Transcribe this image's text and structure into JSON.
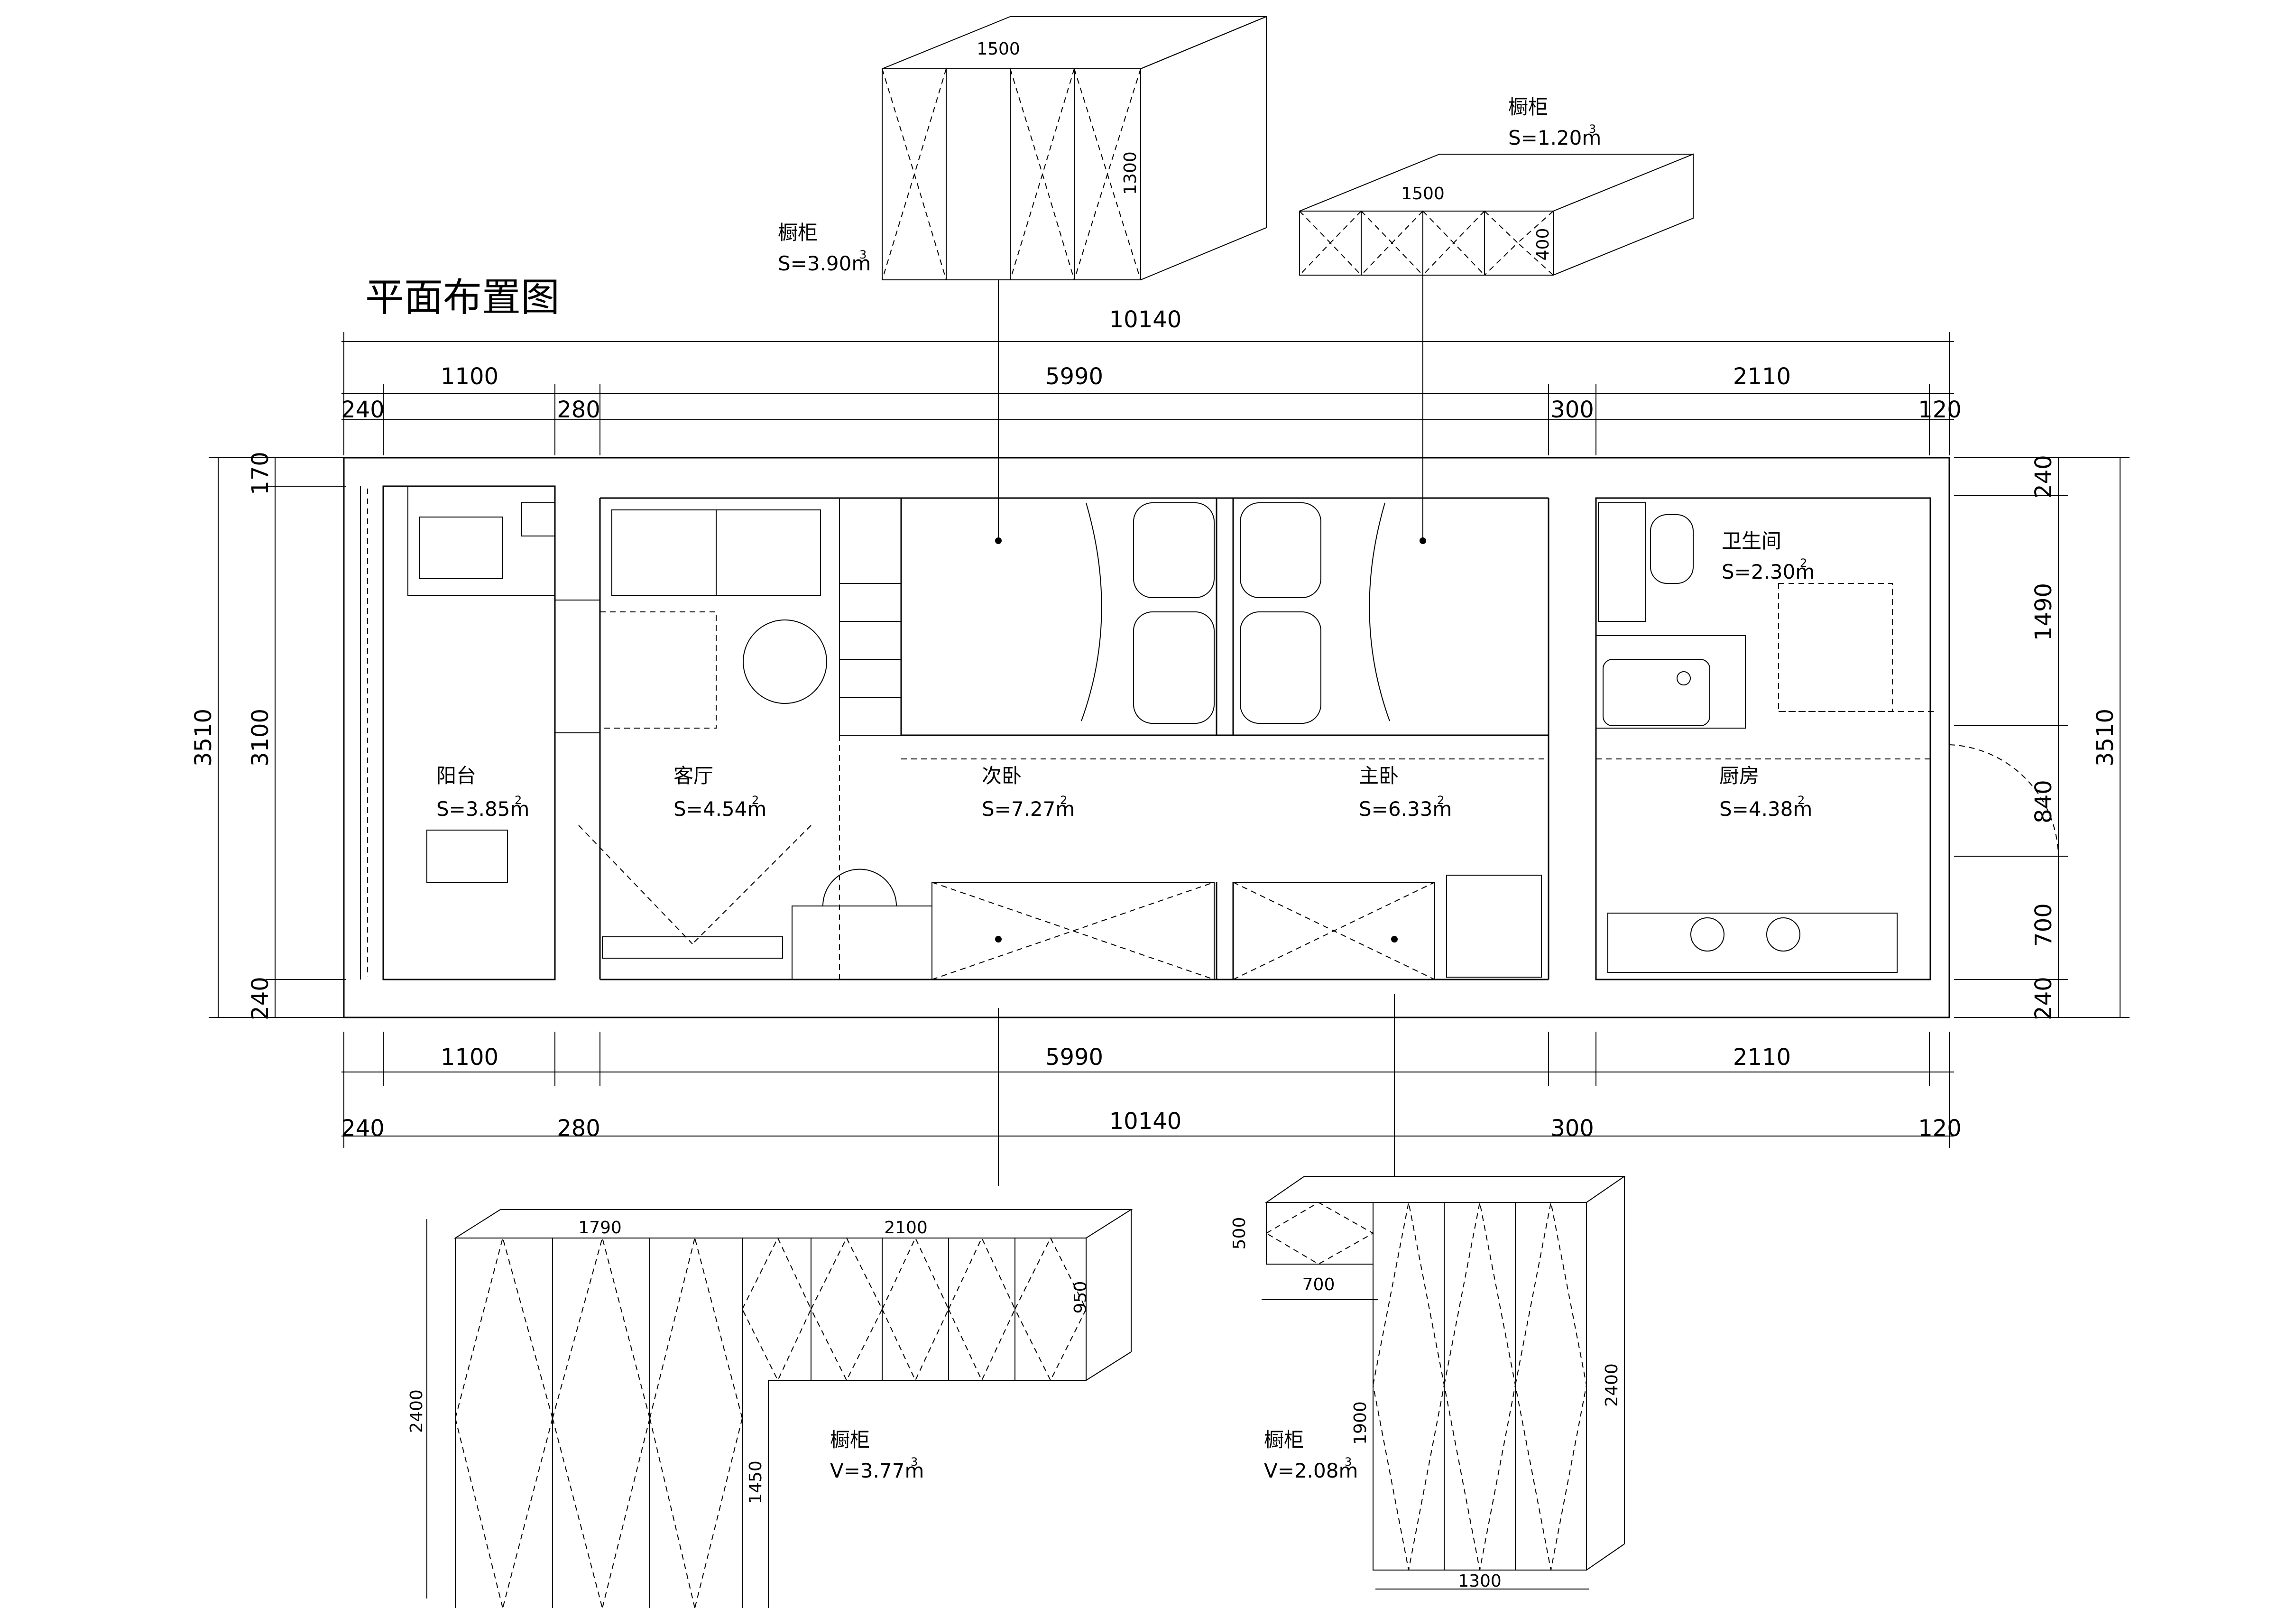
{
  "title": "平面布置图",
  "dimensions": {
    "top_total": "10140",
    "top_segments": [
      "1100",
      "5990",
      "2110"
    ],
    "top_walls": [
      "240",
      "280",
      "300",
      "120"
    ],
    "bottom_segments": [
      "1100",
      "5990",
      "2110"
    ],
    "bottom_total": "10140",
    "bottom_walls": [
      "240",
      "280",
      "300",
      "120"
    ],
    "left_outer": "3510",
    "left_inner": "3100",
    "left_top": "170",
    "left_bottom": "240",
    "right_outer": "3510",
    "right_segments": [
      "240",
      "1490",
      "840",
      "700",
      "240"
    ]
  },
  "rooms": [
    {
      "name": "阳台",
      "area": "S=3.85m"
    },
    {
      "name": "客厅",
      "area": "S=4.54m"
    },
    {
      "name": "次卧",
      "area": "S=7.27m"
    },
    {
      "name": "主卧",
      "area": "S=6.33m"
    },
    {
      "name": "厨房",
      "area": "S=4.38m"
    },
    {
      "name": "卫生间",
      "area": "S=2.30m"
    }
  ],
  "superscript": {
    "square": "2",
    "cube": "3"
  },
  "cabinets": [
    {
      "name": "橱柜",
      "size": "S=3.90m",
      "width": "1500",
      "height": "1300"
    },
    {
      "name": "橱柜",
      "size": "S=1.20m",
      "width": "1500",
      "height": "400"
    },
    {
      "name": "橱柜",
      "size": "V=3.77m",
      "width_a": "1790",
      "width_b": "2100",
      "height_a": "950",
      "height_b": "2400",
      "height_c": "1450"
    },
    {
      "name": "橱柜",
      "size": "V=2.08m",
      "width_a": "500",
      "width_b": "700",
      "height_a": "1900",
      "height_b": "2400",
      "width_c": "1300"
    }
  ]
}
